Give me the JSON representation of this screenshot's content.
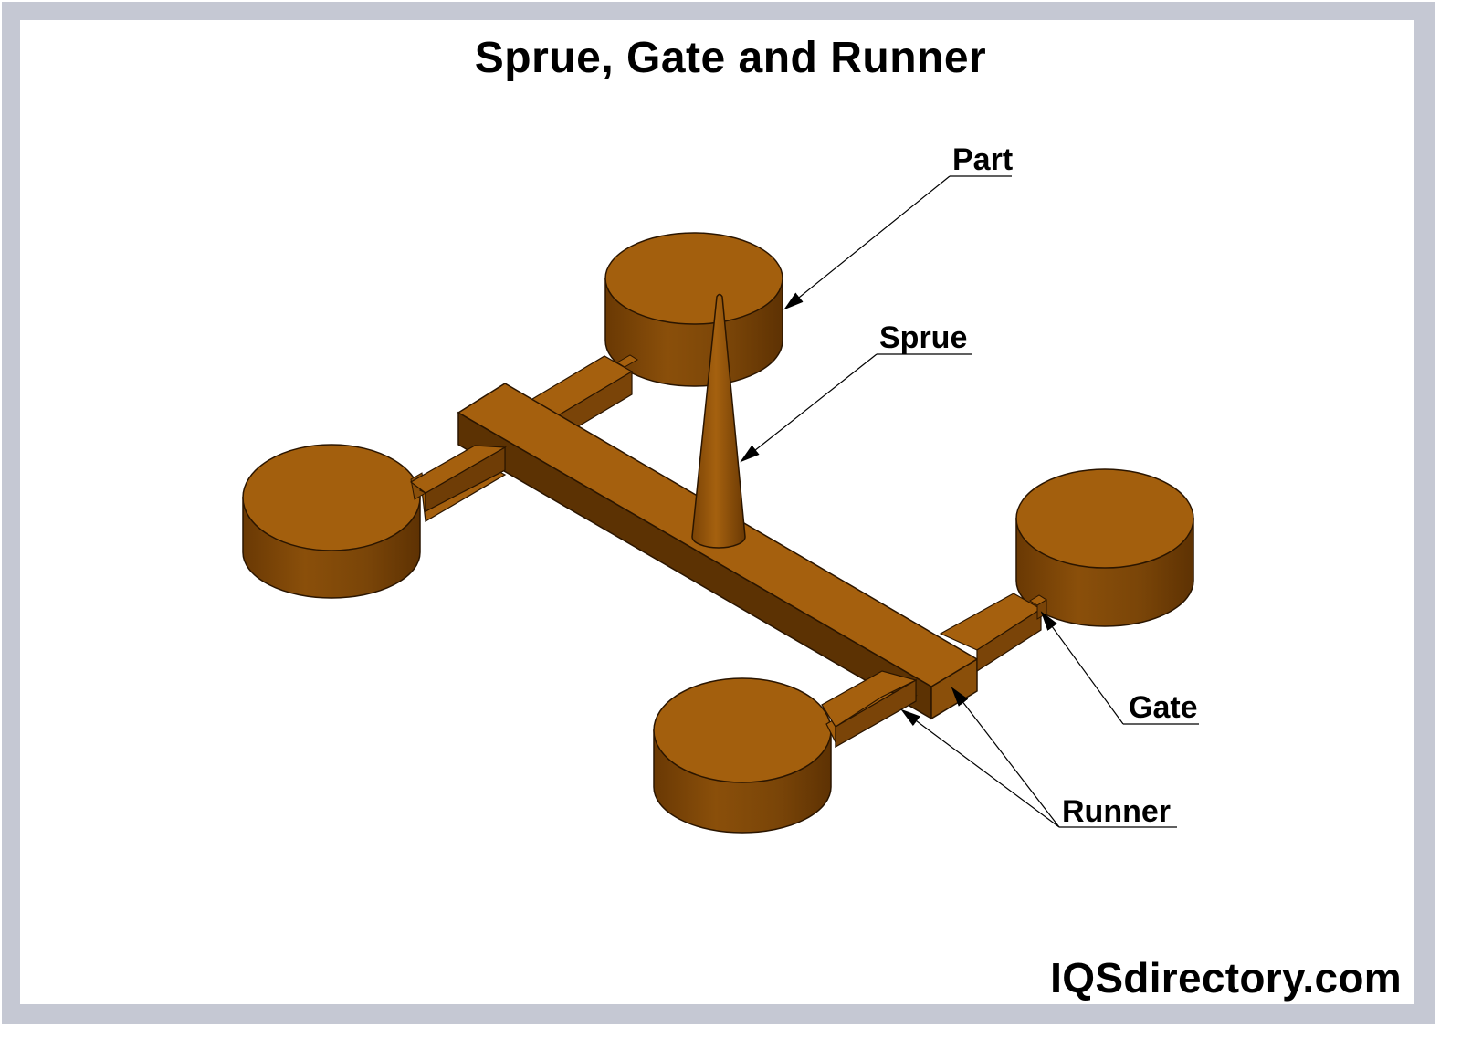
{
  "title": "Sprue, Gate and Runner",
  "watermark": "IQSdirectory.com",
  "labels": {
    "part": "Part",
    "sprue": "Sprue",
    "gate": "Gate",
    "runner": "Runner"
  },
  "colors": {
    "frame": "#c5c8d3",
    "part_top": "#a35f0d",
    "part_side_dark": "#6b3a05",
    "part_side_light": "#9a5a0d",
    "runner_top": "#a5600e",
    "runner_side": "#5c3203",
    "outline": "#2a1500"
  }
}
